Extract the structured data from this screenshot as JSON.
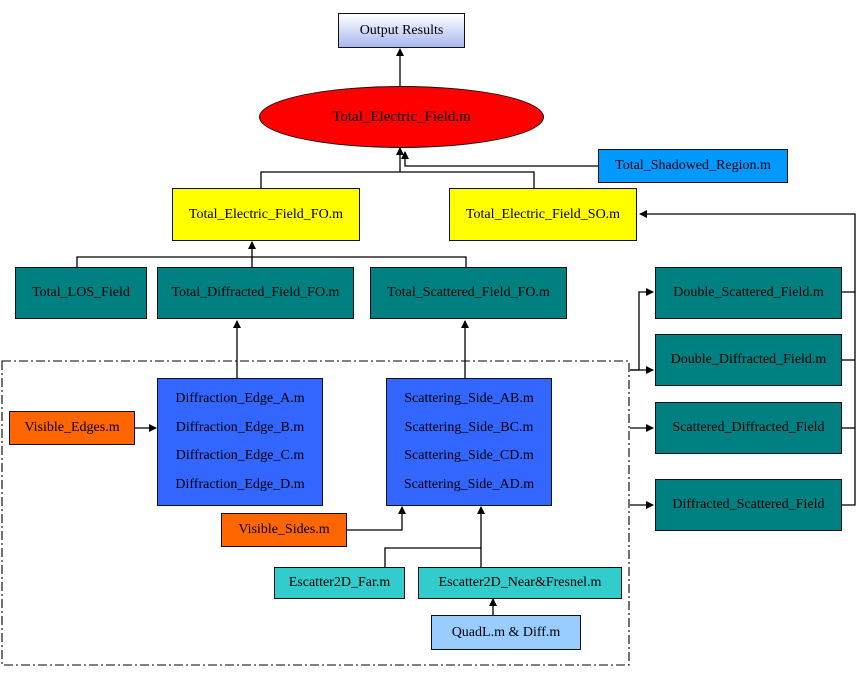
{
  "colors": {
    "output": "#c8d0f0",
    "ellipse": "#ff0000",
    "yellow": "#ffff00",
    "teal": "#008080",
    "blue": "#3366ff",
    "orange": "#ff6600",
    "sky": "#0099ff",
    "cyan": "#33cccc",
    "lightblue": "#99ccff"
  },
  "nodes": {
    "output_results": "Output Results",
    "total_electric_field": "Total_Electric_Field.m",
    "total_shadowed_region": "Total_Shadowed_Region.m",
    "total_electric_field_fo": "Total_Electric_Field_FO.m",
    "total_electric_field_so": "Total_Electric_Field_SO.m",
    "total_los_field": "Total_LOS_Field",
    "total_diffracted_field_fo": "Total_Diffracted_Field_FO.m",
    "total_scattered_field_fo": "Total_Scattered_Field_FO.m",
    "double_scattered_field": "Double_Scattered_Field.m",
    "double_diffracted_field": "Double_Diffracted_Field.m",
    "scattered_diffracted_field": "Scattered_Diffracted_Field",
    "diffracted_scattered_field": "Diffracted_Scattered_Field",
    "diffraction_edges": [
      "Diffraction_Edge_A.m",
      "Diffraction_Edge_B.m",
      "Diffraction_Edge_C.m",
      "Diffraction_Edge_D.m"
    ],
    "scattering_sides": [
      "Scattering_Side_AB.m",
      "Scattering_Side_BC.m",
      "Scattering_Side_CD.m",
      "Scattering_Side_AD.m"
    ],
    "visible_edges": "Visible_Edges.m",
    "visible_sides": "Visible_Sides.m",
    "escatter_far": "Escatter2D_Far.m",
    "escatter_near": "Escatter2D_Near&Fresnel.m",
    "quadl_diff": "QuadL.m  & Diff.m"
  }
}
